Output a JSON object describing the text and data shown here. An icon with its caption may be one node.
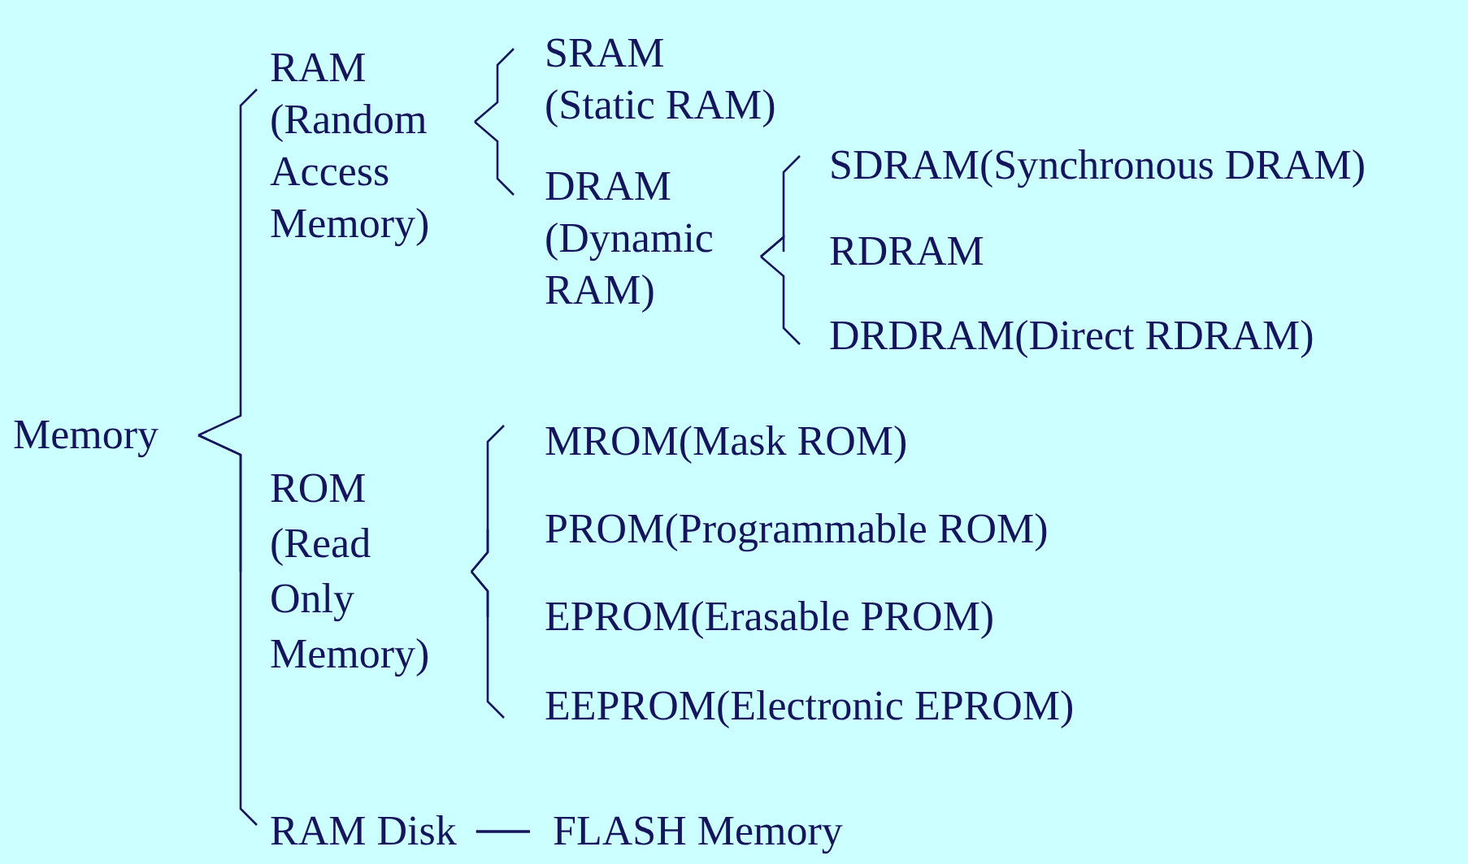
{
  "diagram": {
    "nodes": [
      {
        "text": [
          "Memory"
        ]
      },
      {
        "text": [
          "RAM (Random Access Memory)"
        ]
      },
      {
        "text": [
          "SRAM (Static RAM)"
        ]
      },
      {
        "text": [
          "DRAM (Dynamic RAM)"
        ]
      },
      {
        "text": [
          "SDRAM(Synchronous DRAM)"
        ]
      },
      {
        "text": [
          "RDRAM"
        ]
      },
      {
        "text": [
          "DRDRAM(Direct RDRAM)"
        ]
      },
      {
        "text": [
          "ROM (Read Only Memory)"
        ]
      },
      {
        "text": [
          "MROM(Mask ROM)"
        ]
      },
      {
        "text": [
          "PROM(Programmable ROM)"
        ]
      },
      {
        "text": [
          "EPROM(Erasable PROM)"
        ]
      },
      {
        "text": [
          "EEPROM(Electronic EPROM)"
        ]
      },
      {
        "text": [
          "RAM Disk"
        ]
      },
      {
        "text": [
          "FLASH Memory"
        ]
      }
    ],
    "edges": [
      {
        "from": 0,
        "to": 1,
        "arrow": "none"
      },
      {
        "from": 0,
        "to": 7,
        "arrow": "none"
      },
      {
        "from": 0,
        "to": 12,
        "arrow": "none"
      },
      {
        "from": 1,
        "to": 2,
        "arrow": "none"
      },
      {
        "from": 1,
        "to": 3,
        "arrow": "none"
      },
      {
        "from": 3,
        "to": 4,
        "arrow": "none"
      },
      {
        "from": 3,
        "to": 5,
        "arrow": "none"
      },
      {
        "from": 3,
        "to": 6,
        "arrow": "none"
      },
      {
        "from": 7,
        "to": 8,
        "arrow": "none"
      },
      {
        "from": 7,
        "to": 9,
        "arrow": "none"
      },
      {
        "from": 7,
        "to": 10,
        "arrow": "none"
      },
      {
        "from": 7,
        "to": 11,
        "arrow": "none"
      },
      {
        "from": 12,
        "to": 13,
        "arrow": "none"
      }
    ]
  }
}
